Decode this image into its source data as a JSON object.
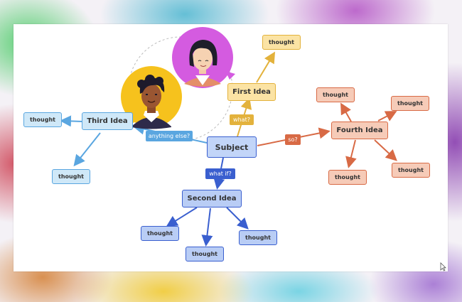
{
  "diagram": {
    "subject": "Subject",
    "ideas": {
      "first": {
        "label": "First Idea",
        "connector": "what?",
        "thoughts": [
          "thought"
        ]
      },
      "second": {
        "label": "Second Idea",
        "connector": "what if?",
        "thoughts": [
          "thought",
          "thought",
          "thought"
        ]
      },
      "third": {
        "label": "Third Idea",
        "connector": "anything else?",
        "thoughts": [
          "thought",
          "thought"
        ]
      },
      "fourth": {
        "label": "Fourth Idea",
        "connector": "so?",
        "thoughts": [
          "thought",
          "thought",
          "thought",
          "thought"
        ]
      }
    },
    "colors": {
      "third_branch": "#5aa6e0",
      "second_branch": "#3a5fcf",
      "first_branch": "#e3b23c",
      "fourth_branch": "#d86a45",
      "avatar_left_bg": "#f6c21d",
      "avatar_right_bg": "#d45be0"
    }
  }
}
